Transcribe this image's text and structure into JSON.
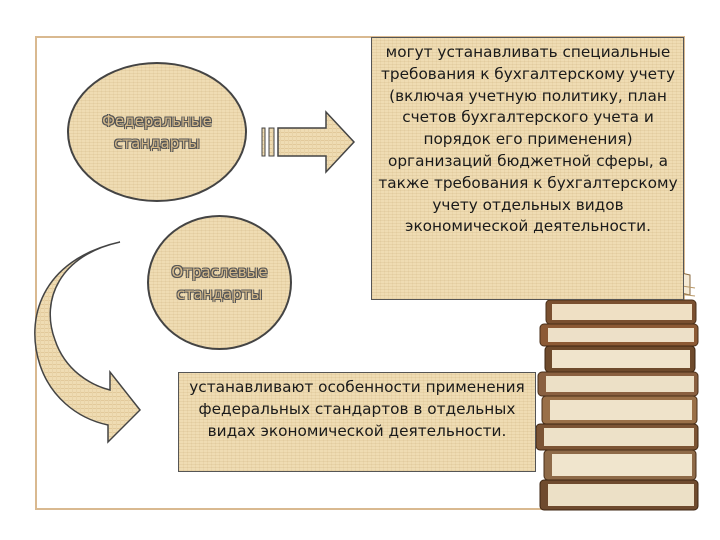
{
  "nodes": {
    "federal": "Федеральные стандарты",
    "otraslevye": "Отраслевые стандарты"
  },
  "notes": {
    "top_right": "могут устанавливать специальные требования к бухгалтерскому учету (включая учетную политику, план счетов бухгалтерского учета и порядок его применения) организаций бюджетной сферы, а также требования к бухгалтерскому учету отдельных видов экономической деятельности.",
    "bottom": "устанавливают особенности применения федеральных стандартов в отдельных видах экономической деятельности."
  },
  "colors": {
    "paper": "#efdcb3",
    "frame": "#d9b990",
    "outline": "#444444",
    "text": "#1a1a1a"
  }
}
